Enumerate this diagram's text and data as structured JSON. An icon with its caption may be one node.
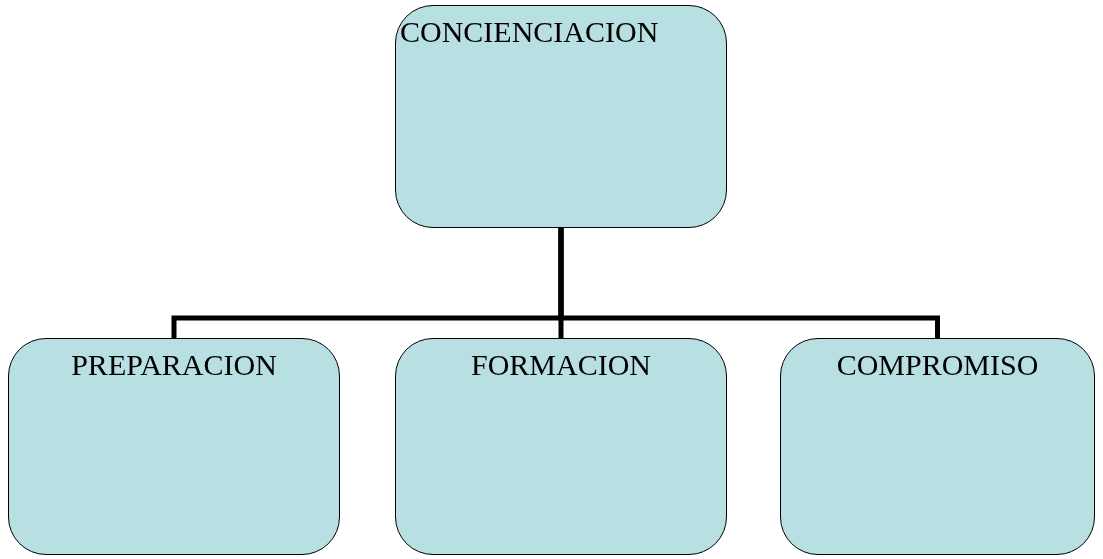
{
  "diagram": {
    "nodes": [
      {
        "text": [
          "CONCIENCIACION"
        ]
      },
      {
        "text": [
          "PREPARACION"
        ]
      },
      {
        "text": [
          "FORMACION"
        ]
      },
      {
        "text": [
          "COMPROMISO"
        ]
      }
    ],
    "edges": [
      {
        "from": 0,
        "to": 1,
        "arrow": "none"
      },
      {
        "from": 0,
        "to": 2,
        "arrow": "none"
      },
      {
        "from": 0,
        "to": 3,
        "arrow": "none"
      }
    ]
  }
}
